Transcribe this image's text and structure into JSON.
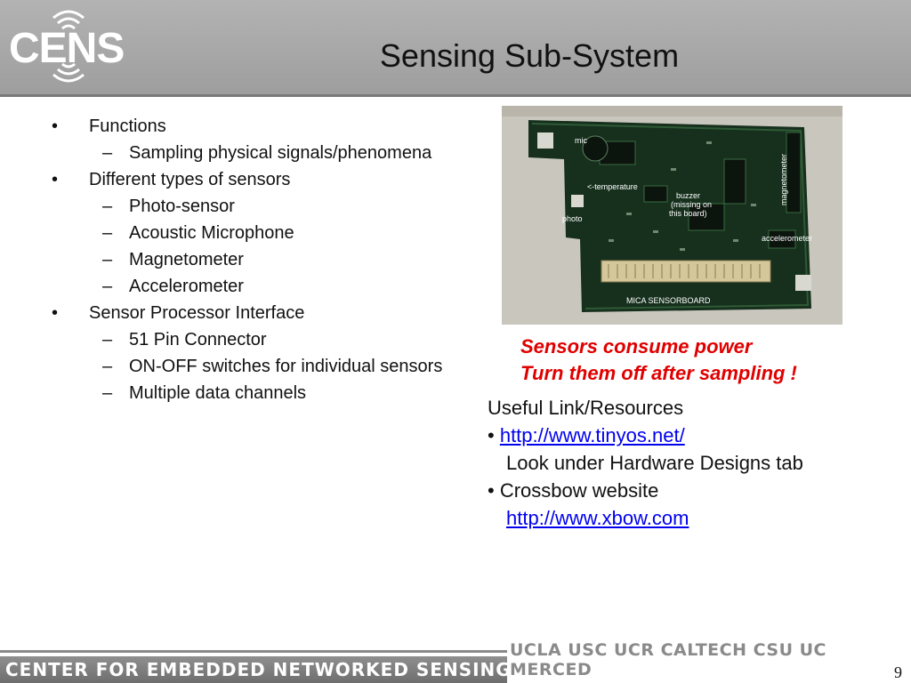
{
  "header": {
    "logo_text": "CENS",
    "title": "Sensing Sub-System"
  },
  "bullets": {
    "b_functions": "Functions",
    "b_functions_1": "Sampling physical signals/phenomena",
    "b_types": "Different types of sensors",
    "b_types_1": "Photo-sensor",
    "b_types_2": "Acoustic Microphone",
    "b_types_3": "Magnetometer",
    "b_types_4": "Accelerometer",
    "b_interface": "Sensor Processor Interface",
    "b_interface_1": "51 Pin Connector",
    "b_interface_2": "ON-OFF switches for individual sensors",
    "b_interface_3": "Multiple data channels",
    "marker1": "•",
    "marker2": "–"
  },
  "board_photo": {
    "labels": {
      "mic": "mic",
      "temperature": "<-temperature",
      "photo": "photo",
      "buzzer": "buzzer",
      "buzzer_note1": "(missing on",
      "buzzer_note2": "this board)",
      "magnetometer": "magnetometer",
      "accelerometer": "accelerometer",
      "board_name": "MICA SENSORBOARD"
    }
  },
  "callout": {
    "line1": "Sensors consume power",
    "line2": "Turn them off after sampling !"
  },
  "links": {
    "heading": "Useful Link/Resources",
    "bullet": "•",
    "tinyos_url": "http://www.tinyos.net/",
    "tinyos_note": "Look under Hardware Designs tab",
    "crossbow": "• Crossbow website",
    "xbow_url": "http://www.xbow.com"
  },
  "footer": {
    "center_name": "CENTER FOR EMBEDDED NETWORKED SENSING",
    "universities": "UCLA  USC  UCR  CALTECH  CSU  UC MERCED",
    "page_number": "9"
  },
  "colors": {
    "callout": "#e00000",
    "link": "#0000ee",
    "header": "#a8a8a8"
  }
}
